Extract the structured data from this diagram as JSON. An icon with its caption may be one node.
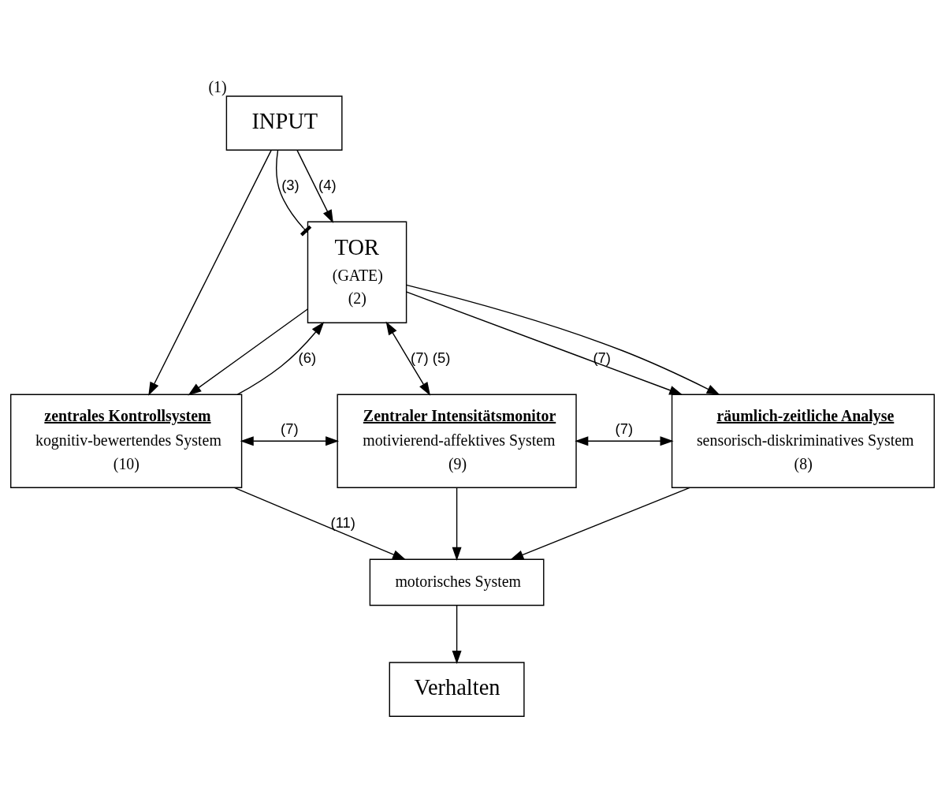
{
  "diagram": {
    "nodes": [
      {
        "text": [
          "INPUT"
        ],
        "beside": [
          "(1)"
        ]
      },
      {
        "text": [
          "TOR",
          "(GATE)",
          "(2)"
        ]
      },
      {
        "text": [
          "zentrales Kontrollsystem",
          "kognitiv-bewertendes System",
          "(10)"
        ]
      },
      {
        "text": [
          "Zentraler Intensitätsmonitor",
          "motivierend-affektives System",
          "(9)"
        ]
      },
      {
        "text": [
          "räumlich-zeitliche Analyse",
          "sensorisch-diskriminatives System",
          "(8)"
        ]
      },
      {
        "text": [
          "motorisches System"
        ]
      },
      {
        "text": [
          "Verhalten"
        ]
      }
    ],
    "edges": [
      {
        "from": 0,
        "to": 2,
        "arrow": "to"
      },
      {
        "from": 0,
        "to": 1,
        "arrow": "to",
        "label": "(4)"
      },
      {
        "from": 0,
        "to": 1,
        "arrow": "other",
        "label": "(3)"
      },
      {
        "from": 2,
        "to": 1,
        "arrow": "to",
        "label": "(6)"
      },
      {
        "from": 1,
        "to": 4,
        "arrow": "to",
        "label": "(7)"
      },
      {
        "from": 1,
        "to": 2,
        "arrow": "to"
      },
      {
        "from": 1,
        "to": 3,
        "arrow": "both",
        "label": "(7) (5)"
      },
      {
        "from": 1,
        "to": 4,
        "arrow": "to"
      },
      {
        "from": 2,
        "to": 3,
        "arrow": "both",
        "label": "(7)"
      },
      {
        "from": 3,
        "to": 4,
        "arrow": "both",
        "label": "(7)"
      },
      {
        "from": 2,
        "to": 5,
        "arrow": "to",
        "label": "(11)"
      },
      {
        "from": 3,
        "to": 5,
        "arrow": "to"
      },
      {
        "from": 4,
        "to": 5,
        "arrow": "to"
      },
      {
        "from": 5,
        "to": 6,
        "arrow": "to"
      }
    ]
  }
}
